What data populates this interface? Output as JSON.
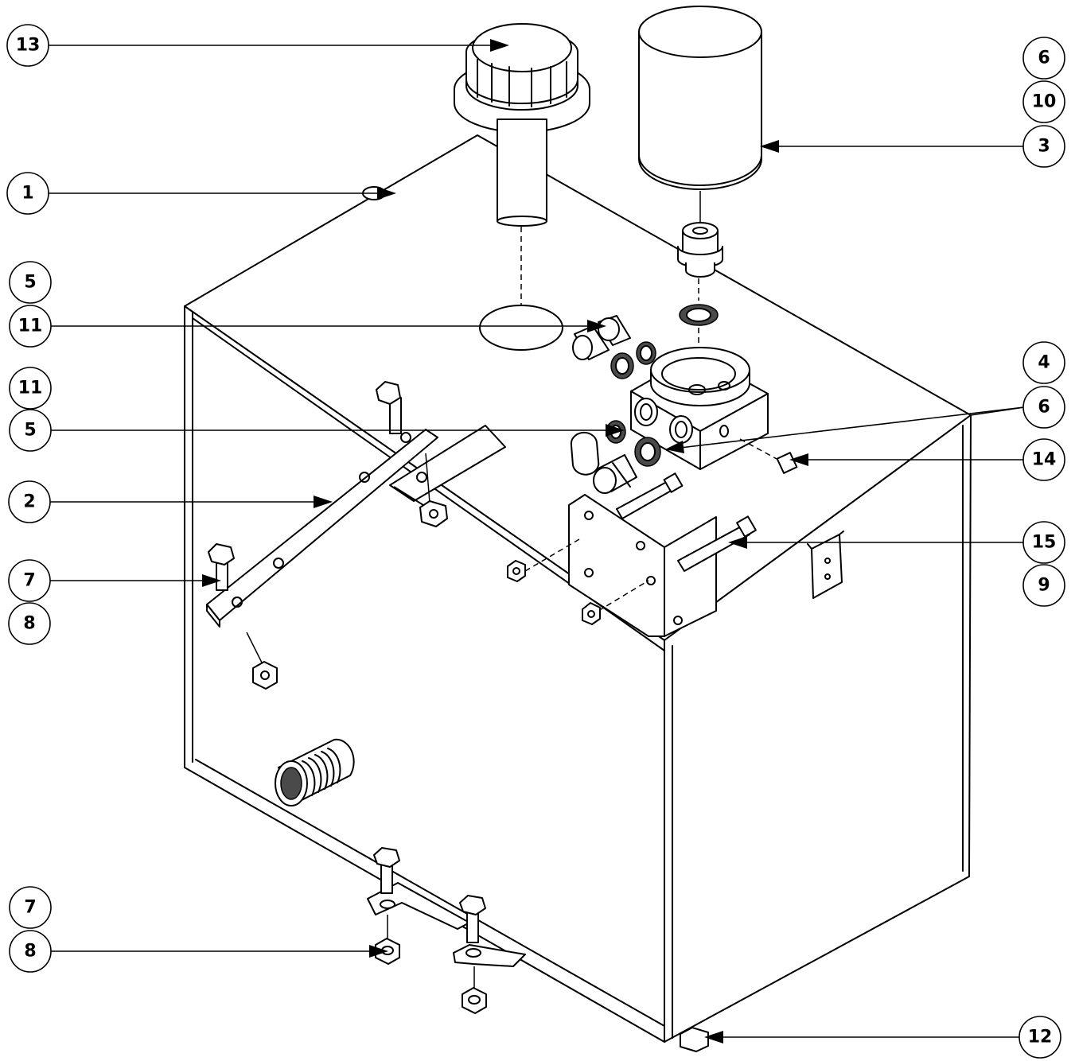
{
  "callouts": {
    "c13": "13",
    "c1": "1",
    "c5a": "5",
    "c11a": "11",
    "c11b": "11",
    "c5b": "5",
    "c2": "2",
    "c7a": "7",
    "c8a": "8",
    "c7b": "7",
    "c8b": "8",
    "c6a": "6",
    "c10": "10",
    "c3": "3",
    "c4": "4",
    "c6b": "6",
    "c14": "14",
    "c15": "15",
    "c9": "9",
    "c12": "12"
  }
}
